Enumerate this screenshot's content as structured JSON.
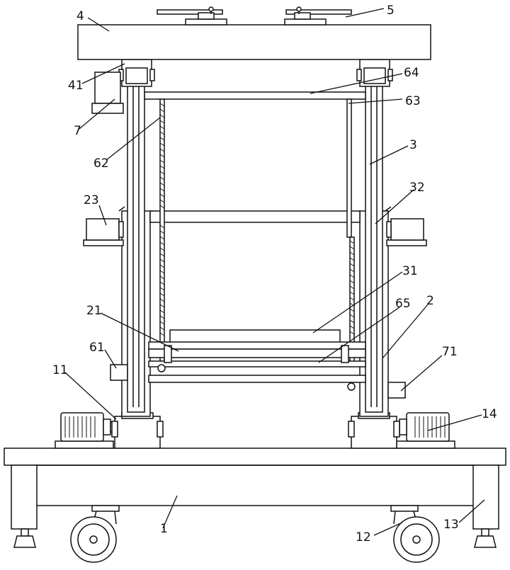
{
  "figure": {
    "labels": [
      {
        "id": "4",
        "text": "4"
      },
      {
        "id": "5",
        "text": "5"
      },
      {
        "id": "41",
        "text": "41"
      },
      {
        "id": "64",
        "text": "64"
      },
      {
        "id": "7",
        "text": "7"
      },
      {
        "id": "63",
        "text": "63"
      },
      {
        "id": "62",
        "text": "62"
      },
      {
        "id": "3",
        "text": "3"
      },
      {
        "id": "23",
        "text": "23"
      },
      {
        "id": "32",
        "text": "32"
      },
      {
        "id": "31",
        "text": "31"
      },
      {
        "id": "21",
        "text": "21"
      },
      {
        "id": "65",
        "text": "65"
      },
      {
        "id": "2",
        "text": "2"
      },
      {
        "id": "61",
        "text": "61"
      },
      {
        "id": "71",
        "text": "71"
      },
      {
        "id": "11",
        "text": "11"
      },
      {
        "id": "14",
        "text": "14"
      },
      {
        "id": "1",
        "text": "1"
      },
      {
        "id": "12",
        "text": "12"
      },
      {
        "id": "13",
        "text": "13"
      }
    ]
  }
}
